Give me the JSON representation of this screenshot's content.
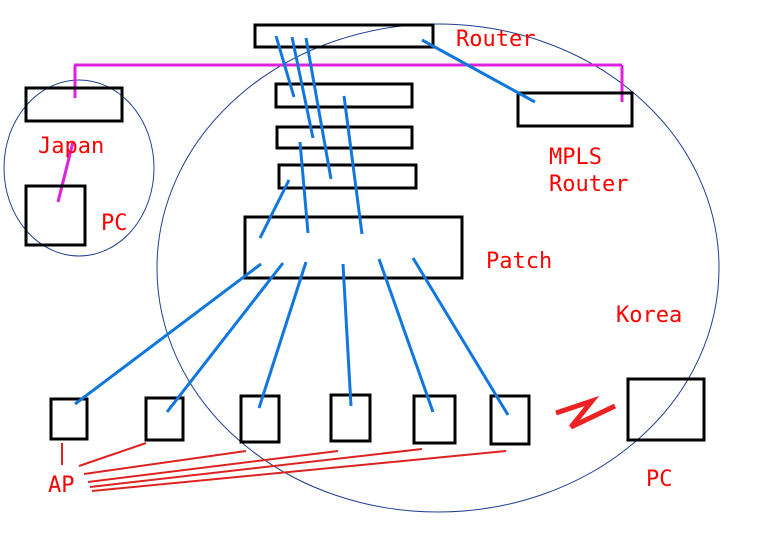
{
  "labels": {
    "router": "Router",
    "mpls_router_line1": "MPLS",
    "mpls_router_line2": "Router",
    "japan": "Japan",
    "pc_japan": "PC",
    "patch": "Patch",
    "korea": "Korea",
    "pc_korea": "PC",
    "ap": "AP"
  },
  "colors": {
    "background": "#ffffff",
    "box_stroke": "#000000",
    "region_outline": "#1f3f8f",
    "lan_link": "#1177dd",
    "wan_link": "#dd22dd",
    "label_text": "#ff0000",
    "wireless_link": "#ee2222",
    "ap_callout": "#dd2222"
  },
  "icons": {
    "wireless": "lightning-bolt-icon"
  }
}
